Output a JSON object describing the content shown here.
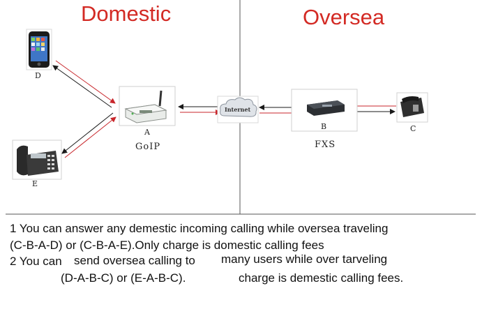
{
  "headings": {
    "left": "Domestic",
    "right": "Oversea"
  },
  "nodes": {
    "d": {
      "label": "D"
    },
    "e": {
      "label": "E"
    },
    "a": {
      "label": "A",
      "sublabel": "GoIP"
    },
    "internet": {
      "label": "Internet"
    },
    "b": {
      "label": "B",
      "sublabel": "FXS"
    },
    "c": {
      "label": "C"
    }
  },
  "notes": {
    "line1": "1 You can answer any demestic incoming calling while oversea traveling",
    "line2": "(C-B-A-D) or (C-B-A-E).Only charge is domestic calling fees",
    "line3a": "2 You can",
    "line3b": "send oversea calling to",
    "line3c": "many users while over tarveling",
    "line4a": "(D-A-B-C) or (E-A-B-C).",
    "line4b": "charge is demestic calling fees."
  },
  "colors": {
    "heading": "#d32a24",
    "arrow_red": "#c8262b",
    "arrow_black": "#1a1a1a",
    "divider": "#555555"
  }
}
